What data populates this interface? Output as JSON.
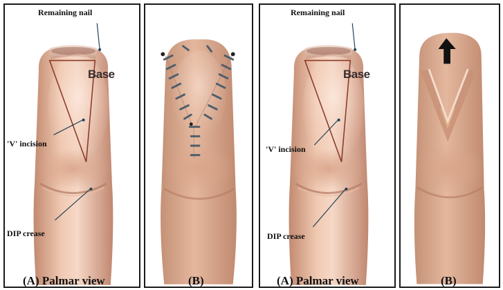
{
  "figure": {
    "panels": [
      {
        "caption": "(A)  Palmar view",
        "labels": {
          "remaining_nail": "Remaining nail",
          "base": "Base",
          "v_incision": "'V' incision",
          "dip_crease": "DIP crease"
        }
      },
      {
        "caption": "(B)"
      },
      {
        "caption": "(A)  Palmar view",
        "labels": {
          "remaining_nail": "Remaining nail",
          "base": "Base",
          "v_incision": "'V' incision",
          "dip_crease": "DIP crease"
        }
      },
      {
        "caption": "(B)"
      }
    ],
    "colors": {
      "skin_light": "#f1cdb8",
      "skin_mid": "#d9a98c",
      "skin_dark": "#b98067",
      "nail": "#ecd6cc",
      "incision_line": "#8a3a2a",
      "suture": "#5a6a78",
      "arrow": "#111111"
    }
  }
}
